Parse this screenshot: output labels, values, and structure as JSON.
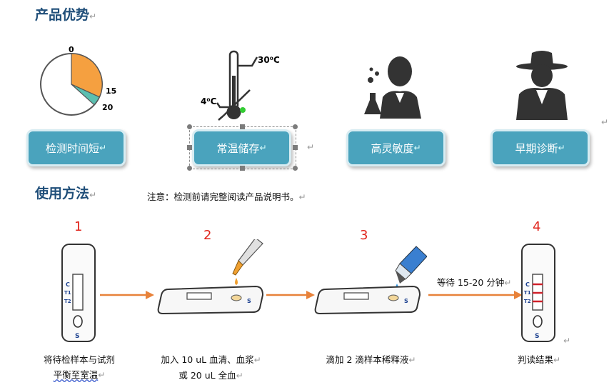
{
  "headings": {
    "advantages": "产品优势",
    "usage": "使用方法"
  },
  "paragraph_mark": "↵",
  "advantages": [
    {
      "label": "检测时间短",
      "icon": "clock-pie-icon"
    },
    {
      "label": "常温储存",
      "icon": "thermometer-icon"
    },
    {
      "label": "高灵敏度",
      "icon": "scientist-icon"
    },
    {
      "label": "早期诊断",
      "icon": "detective-icon"
    }
  ],
  "pie": {
    "ticks": [
      "0",
      "15",
      "20"
    ],
    "fill_orange": "#f5a040",
    "fill_teal": "#5bbfb0"
  },
  "thermometer": {
    "high": "30⁰C",
    "low": "4⁰C"
  },
  "note": "注意：检测前请完整阅读产品说明书。",
  "steps": [
    {
      "num": "1",
      "line1": "将待检样本与试剂",
      "line2": "平衡至室温"
    },
    {
      "num": "2",
      "line1": "加入 10 uL 血清、血浆",
      "line2": "或 20 uL 全血"
    },
    {
      "num": "3",
      "line1": "滴加 2 滴样本稀释液",
      "line2": ""
    },
    {
      "num": "4",
      "line1": "判读结果",
      "line2": ""
    }
  ],
  "wait_label": "等待 15-20 分钟",
  "cassette_labels": {
    "c": "C",
    "t1": "T1",
    "t2": "T2",
    "s": "S"
  },
  "colors": {
    "heading": "#1f4e79",
    "button": "#4aa3bd",
    "arrow": "#e8823a",
    "step_num": "#e0241b"
  }
}
